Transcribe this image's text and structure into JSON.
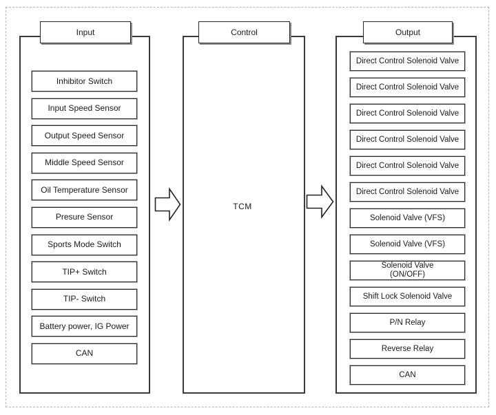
{
  "diagram": {
    "input": {
      "title": "Input",
      "items": [
        "Inhibitor Switch",
        "Input Speed Sensor",
        "Output Speed Sensor",
        "Middle Speed Sensor",
        "Oil Temperature Sensor",
        "Presure Sensor",
        "Sports Mode Switch",
        "TIP+ Switch",
        "TIP- Switch",
        "Battery power, IG Power",
        "CAN"
      ]
    },
    "control": {
      "title": "Control",
      "center_label": "TCM"
    },
    "output": {
      "title": "Output",
      "items": [
        "Direct Control Solenoid Valve",
        "Direct Control Solenoid Valve",
        "Direct Control Solenoid Valve",
        "Direct Control Solenoid Valve",
        "Direct Control Solenoid Valve",
        "Direct Control Solenoid Valve",
        "Solenoid Valve (VFS)",
        "Solenoid Valve (VFS)",
        "Solenoid Valve\n(ON/OFF)",
        "Shift Lock Solenoid Valve",
        "P/N Relay",
        "Reverse Relay",
        "CAN"
      ]
    },
    "colors": {
      "box_border": "#3a3a3a",
      "item_border": "#2b2b2b",
      "shadow": "#8a8a8a",
      "background": "#ffffff"
    }
  }
}
